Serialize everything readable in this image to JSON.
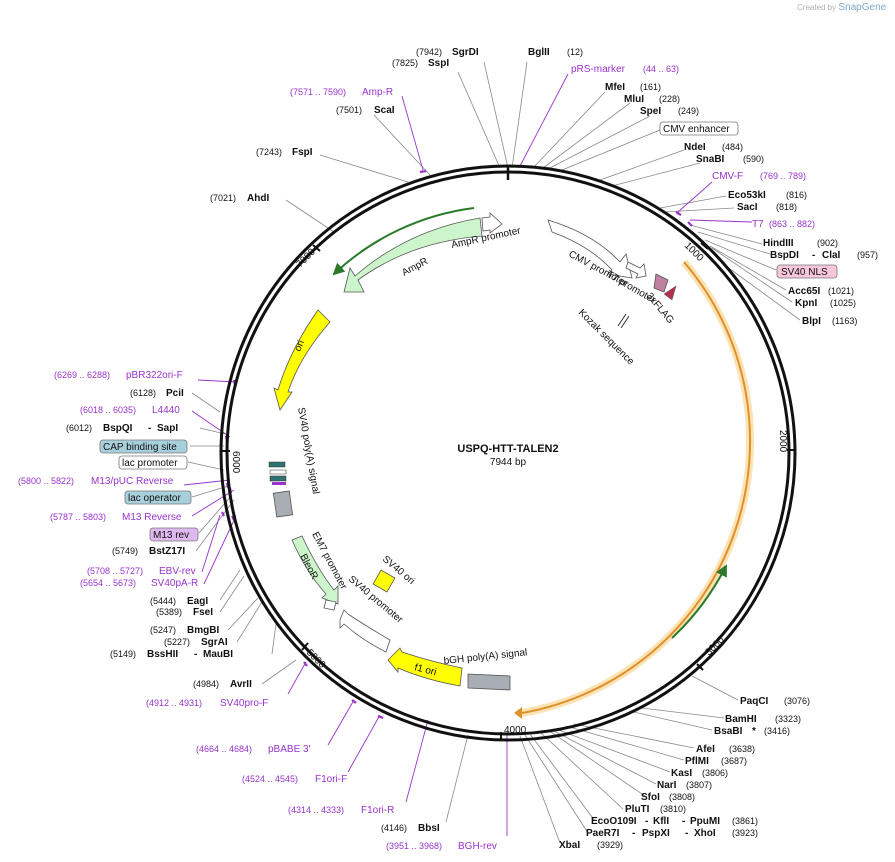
{
  "header": {
    "credit_prefix": "Created by",
    "credit_brand": "SnapGene"
  },
  "plasmid": {
    "name": "USPQ-HTT-TALEN2",
    "length": "7944 bp"
  },
  "ticks": [
    "1000",
    "2000",
    "3000",
    "4000",
    "5000",
    "6000",
    "7000"
  ],
  "features": {
    "ampr_promoter": "AmpR promoter",
    "ampr": "AmpR",
    "ori": "ori",
    "sv40_polya": "SV40 poly(A) signal",
    "cmv_promoter": "CMV promoter",
    "t7_promoter": "T7 promoter",
    "flag": "3xFLAG",
    "kozak": "Kozak sequence",
    "em7_promoter": "EM7 promoter",
    "bleor": "BleoR",
    "sv40_ori": "SV40 ori",
    "sv40_promoter": "SV40 promoter",
    "f1_ori": "f1 ori",
    "bgh_polya": "bGH poly(A) signal"
  },
  "labels": {
    "sgrdi": {
      "pos": "(7942)",
      "name": "SgrDI"
    },
    "bglii": {
      "name": "BglII",
      "pos": "(12)"
    },
    "sspi": {
      "pos": "(7825)",
      "name": "SspI"
    },
    "prs": {
      "name": "pRS-marker",
      "pos": "(44 .. 63)"
    },
    "ampr_primer": {
      "pos": "(7571 .. 7590)",
      "name": "Amp-R"
    },
    "mfei": {
      "name": "MfeI",
      "pos": "(161)"
    },
    "scai": {
      "pos": "(7501)",
      "name": "ScaI"
    },
    "mlui": {
      "name": "MluI",
      "pos": "(228)"
    },
    "spei": {
      "name": "SpeI",
      "pos": "(249)"
    },
    "cmv_enh": {
      "name": "CMV enhancer"
    },
    "fspi": {
      "pos": "(7243)",
      "name": "FspI"
    },
    "ndei": {
      "name": "NdeI",
      "pos": "(484)"
    },
    "snabi": {
      "name": "SnaBI",
      "pos": "(590)"
    },
    "cmvf": {
      "name": "CMV-F",
      "pos": "(769 .. 789)"
    },
    "ahdi": {
      "pos": "(7021)",
      "name": "AhdI"
    },
    "eco53ki": {
      "name": "Eco53kI",
      "pos": "(816)"
    },
    "saci": {
      "name": "SacI",
      "pos": "(818)"
    },
    "t7": {
      "name": "T7",
      "pos": "(863 .. 882)"
    },
    "hindiii": {
      "name": "HindIII",
      "pos": "(902)"
    },
    "bspdi": {
      "name": "BspDI",
      "sep": "-",
      "name2": "ClaI",
      "pos": "(957)"
    },
    "sv40nls": {
      "name": "SV40 NLS"
    },
    "acc65i": {
      "name": "Acc65I",
      "pos": "(1021)"
    },
    "kpni": {
      "name": "KpnI",
      "pos": "(1025)"
    },
    "blpi": {
      "name": "BlpI",
      "pos": "(1163)"
    },
    "pbr322": {
      "pos": "(6269 .. 6288)",
      "name": "pBR322ori-F"
    },
    "pcii": {
      "pos": "(6128)",
      "name": "PciI"
    },
    "l4440": {
      "pos": "(6018 .. 6035)",
      "name": "L4440"
    },
    "bspqi": {
      "pos": "(6012)",
      "name": "BspQI",
      "sep": "-",
      "name2": "SapI"
    },
    "cap": {
      "name": "CAP binding site"
    },
    "lacprom": {
      "name": "lac promoter"
    },
    "m13puc": {
      "pos": "(5800 .. 5822)",
      "name": "M13/pUC Reverse"
    },
    "lacop": {
      "name": "lac operator"
    },
    "m13rev_p": {
      "pos": "(5787 .. 5803)",
      "name": "M13 Reverse"
    },
    "m13rev": {
      "name": "M13 rev"
    },
    "bstz17i": {
      "pos": "(5749)",
      "name": "BstZ17I"
    },
    "ebvrev": {
      "pos": "(5708 .. 5727)",
      "name": "EBV-rev"
    },
    "sv40pa": {
      "pos": "(5654 .. 5673)",
      "name": "SV40pA-R"
    },
    "eagi": {
      "pos": "(5444)",
      "name": "EagI"
    },
    "fsei": {
      "pos": "(5389)",
      "name": "FseI"
    },
    "bmgbi": {
      "pos": "(5247)",
      "name": "BmgBI"
    },
    "sgrai": {
      "pos": "(5227)",
      "name": "SgrAI"
    },
    "bsshii": {
      "pos": "(5149)",
      "name": "BssHII",
      "sep": "-",
      "name2": "MauBI"
    },
    "avrii": {
      "pos": "(4984)",
      "name": "AvrII"
    },
    "sv40pro": {
      "pos": "(4912 .. 4931)",
      "name": "SV40pro-F"
    },
    "pbabe": {
      "pos": "(4664 .. 4684)",
      "name": "pBABE 3'"
    },
    "f1orif": {
      "pos": "(4524 .. 4545)",
      "name": "F1ori-F"
    },
    "f1orir": {
      "pos": "(4314 .. 4333)",
      "name": "F1ori-R"
    },
    "bbsi": {
      "pos": "(4146)",
      "name": "BbsI"
    },
    "bghrev": {
      "pos": "(3951 .. 3968)",
      "name": "BGH-rev"
    },
    "xbai": {
      "name": "XbaI",
      "pos": "(3929)"
    },
    "paer7i": {
      "name": "PaeR7I",
      "sep": "-",
      "name2": "PspXI",
      "sep2": "-",
      "name3": "XhoI",
      "pos": "(3923)"
    },
    "eco0109i": {
      "name": "EcoO109I",
      "sep": "-",
      "name2": "KflI",
      "sep2": "-",
      "name3": "PpuMI",
      "pos": "(3861)"
    },
    "pluti": {
      "name": "PluTI",
      "pos": "(3810)"
    },
    "sfoi": {
      "name": "SfoI",
      "pos": "(3808)"
    },
    "nari": {
      "name": "NarI",
      "pos": "(3807)"
    },
    "kasi": {
      "name": "KasI",
      "pos": "(3806)"
    },
    "pflmi": {
      "name": "PflMI",
      "pos": "(3687)"
    },
    "afei": {
      "name": "AfeI",
      "pos": "(3638)"
    },
    "bsabi": {
      "name": "BsaBI",
      "star": "*",
      "pos": "(3416)"
    },
    "bamhi": {
      "name": "BamHI",
      "pos": "(3323)"
    },
    "paqci": {
      "name": "PaqCI",
      "pos": "(3076)"
    }
  },
  "colors": {
    "primer": "#9933cc",
    "ampr_fill": "#ccf5cc",
    "ori_fill": "#ffff00",
    "cds_line": "#f0a030",
    "sv40nls_box": "#f7c6d9",
    "cap_box": "#a8d0dc",
    "m13_box": "#e0b8f0"
  }
}
